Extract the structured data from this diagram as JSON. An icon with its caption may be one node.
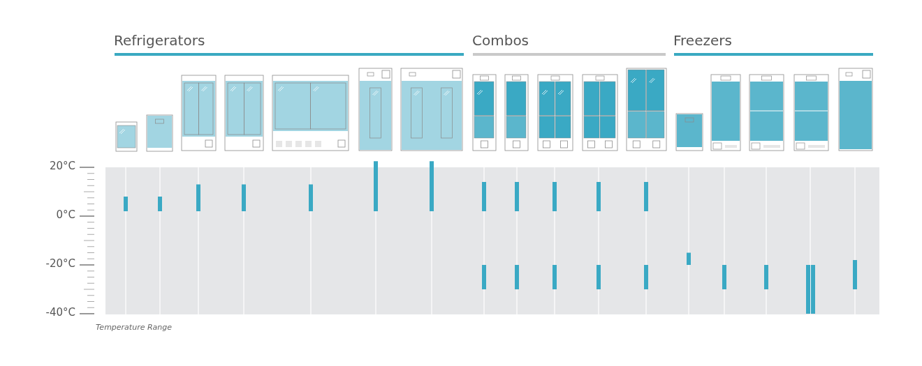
{
  "diagram": {
    "labels": [
      "Refrigerators",
      "Combos",
      "Freezers",
      "20°C",
      "0°C",
      "-20°C",
      "-40°C",
      "Temperature Range"
    ]
  }
}
